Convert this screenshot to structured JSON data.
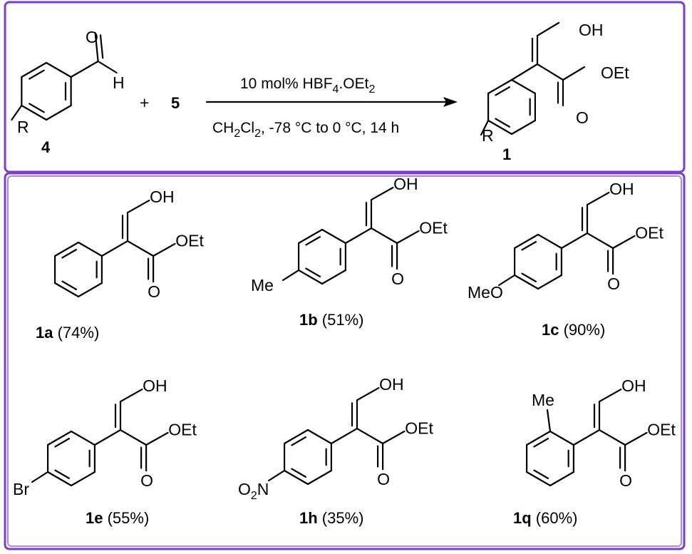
{
  "reaction": {
    "reagent_plus": "+",
    "reagent_number": "5",
    "conditions_above": {
      "pre": "10 mol% HBF",
      "sub": "4",
      "post": ".OEt",
      "sub2": "2"
    },
    "conditions_below": {
      "pre": "CH",
      "sub1": "2",
      "mid": "Cl",
      "sub2": "2",
      "post": ", -78 °C to 0 °C, 14 h"
    },
    "starting_material": {
      "number": "4",
      "substituent": "R",
      "aldehyde_O": "O",
      "aldehyde_H": "H"
    },
    "product": {
      "number": "1",
      "substituent": "R",
      "oh": "OH",
      "oet": "OEt",
      "carbonyl_O": "O"
    }
  },
  "products": [
    {
      "id": "1a",
      "yield": "(74%)",
      "substituent": ""
    },
    {
      "id": "1b",
      "yield": "(51%)",
      "substituent": "Me"
    },
    {
      "id": "1c",
      "yield": "(90%)",
      "substituent": "MeO"
    },
    {
      "id": "1e",
      "yield": "(55%)",
      "substituent": "Br"
    },
    {
      "id": "1h",
      "yield": "(35%)",
      "substituent_pre": "O",
      "substituent_sub": "2",
      "substituent_post": "N"
    },
    {
      "id": "1q",
      "yield": "(60%)",
      "substituent": "Me"
    }
  ],
  "common_groups": {
    "oh": "OH",
    "oet": "OEt",
    "carbonyl_O": "O"
  },
  "colors": {
    "frame_outer": "#7a3fc8",
    "frame_inner": "#a98ae0"
  }
}
